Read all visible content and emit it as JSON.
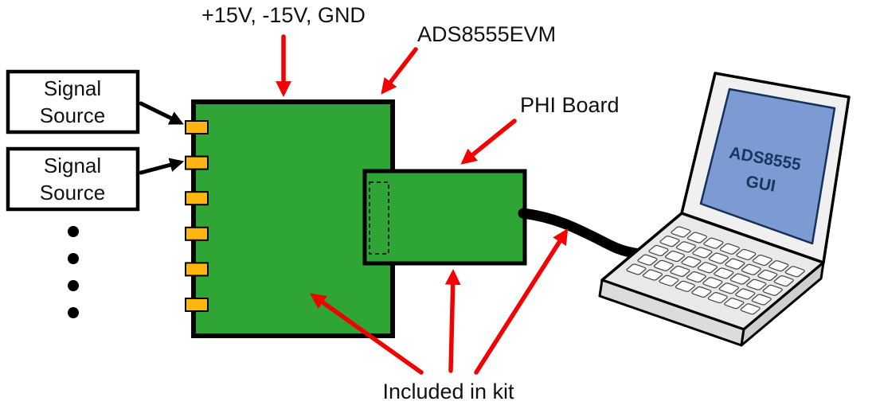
{
  "diagram": {
    "labels": {
      "power": "+15V, -15V, GND",
      "evm": "ADS8555EVM",
      "phi": "PHI Board",
      "kit": "Included in kit"
    },
    "signal_sources": [
      {
        "line1": "Signal",
        "line2": "Source"
      },
      {
        "line1": "Signal",
        "line2": "Source"
      }
    ],
    "laptop_screen": {
      "line1": "ADS8555",
      "line2": "GUI"
    },
    "colors": {
      "board_green": "#2EA535",
      "connector_orange": "#FFB612",
      "arrow_red": "#F40000",
      "screen_blue": "#7B9BD2"
    }
  }
}
